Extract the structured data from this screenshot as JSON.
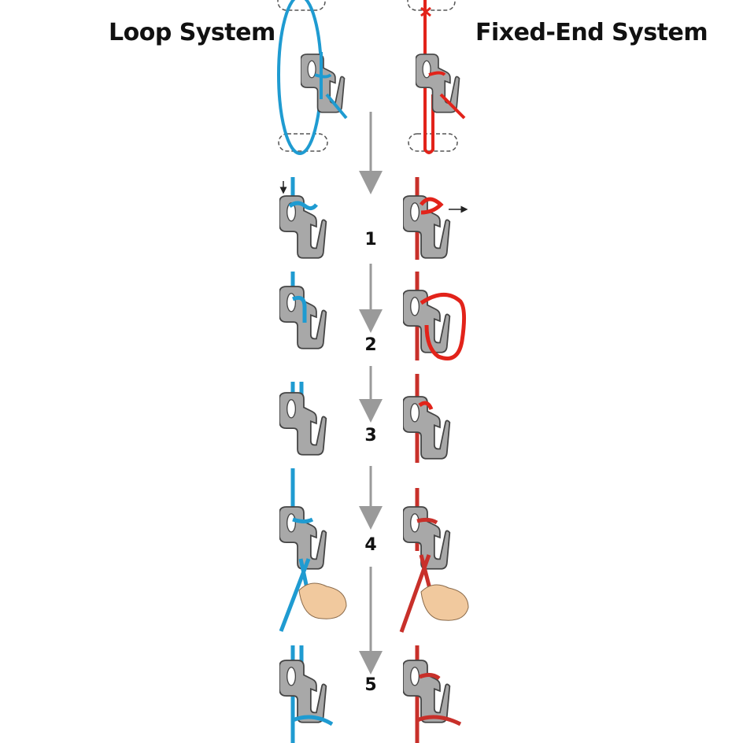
{
  "titles": {
    "left": "Loop System",
    "right": "Fixed-End System"
  },
  "steps": [
    "1",
    "2",
    "3",
    "4",
    "5"
  ],
  "colors": {
    "loop_rope": "#1f9bd1",
    "fixed_rope": "#e2231a",
    "fixed_rope_dark": "#c8302a",
    "hook": "#a8a8a8",
    "arrow": "#9a9a9a",
    "hand": "#f1c99e"
  }
}
